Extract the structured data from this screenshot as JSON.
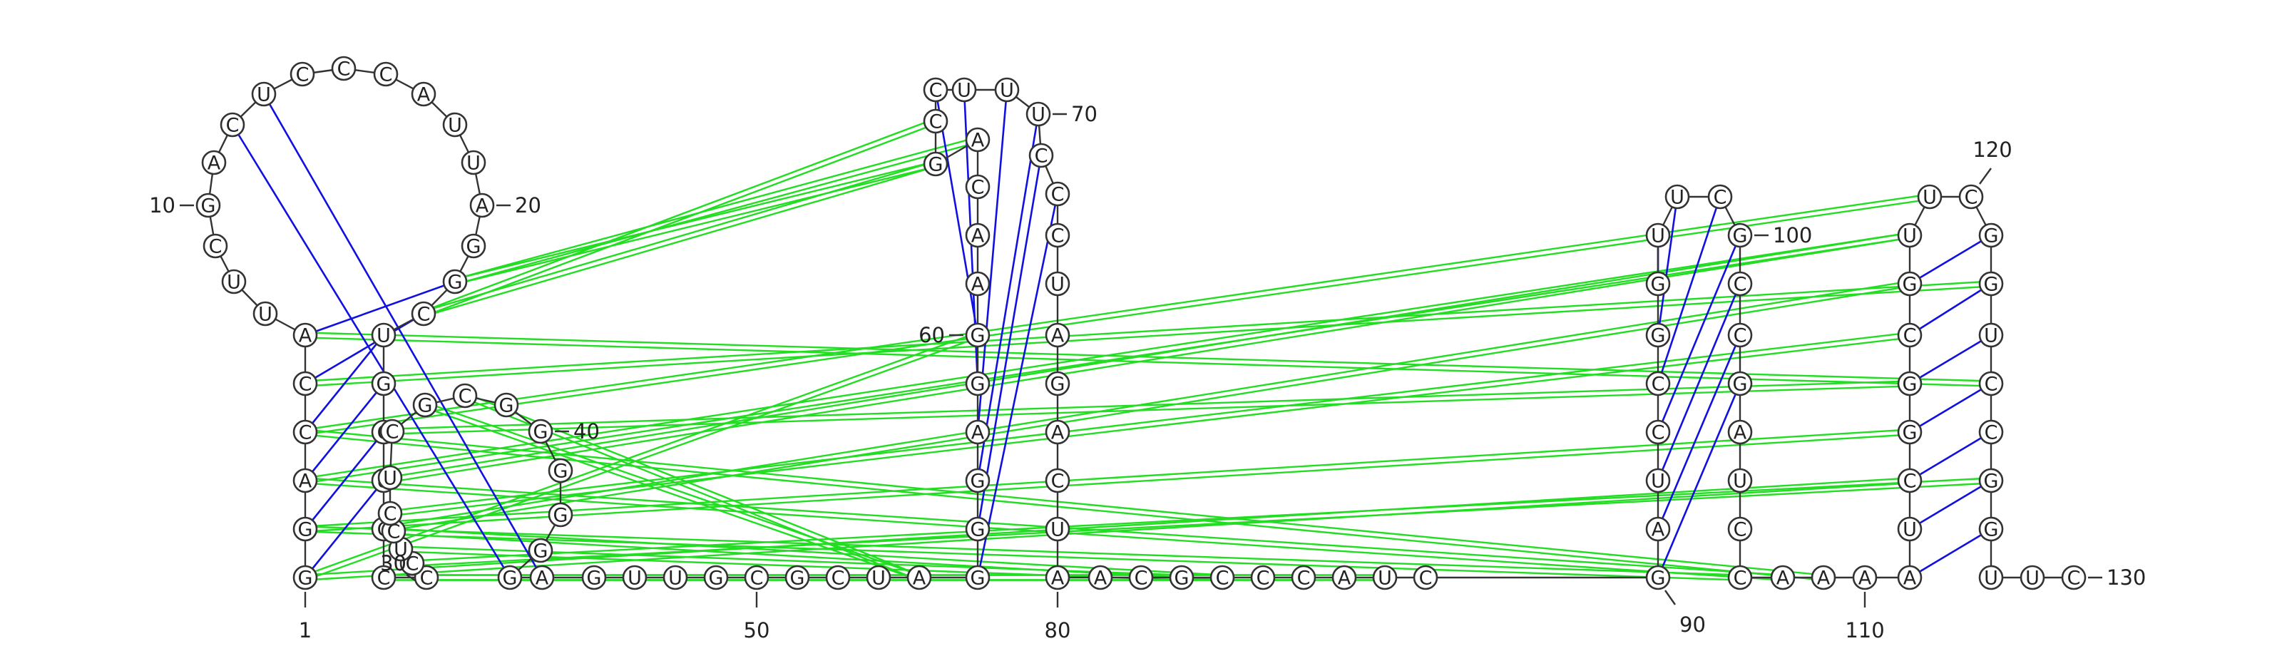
{
  "diagram": {
    "colors": {
      "backbone": "#333333",
      "canonical_pair": "#1010e0",
      "noncanonical_pair": "#22dd22",
      "node_fill": "#ffffff"
    },
    "sequence_labels": [
      {
        "num": 1,
        "text": "1"
      },
      {
        "num": 10,
        "text": "10"
      },
      {
        "num": 20,
        "text": "20"
      },
      {
        "num": 30,
        "text": "30"
      },
      {
        "num": 40,
        "text": "40"
      },
      {
        "num": 50,
        "text": "50"
      },
      {
        "num": 60,
        "text": "60"
      },
      {
        "num": 70,
        "text": "70"
      },
      {
        "num": 80,
        "text": "80"
      },
      {
        "num": 90,
        "text": "90"
      },
      {
        "num": 100,
        "text": "100"
      },
      {
        "num": 110,
        "text": "110"
      },
      {
        "num": 120,
        "text": "120"
      },
      {
        "num": 130,
        "text": "130"
      }
    ],
    "nucleotides": [
      {
        "n": 1,
        "b": "G"
      },
      {
        "n": 2,
        "b": "G"
      },
      {
        "n": 3,
        "b": "A"
      },
      {
        "n": 4,
        "b": "C"
      },
      {
        "n": 5,
        "b": "C"
      },
      {
        "n": 6,
        "b": "A"
      },
      {
        "n": 7,
        "b": "U"
      },
      {
        "n": 8,
        "b": "U"
      },
      {
        "n": 9,
        "b": "C"
      },
      {
        "n": 10,
        "b": "G"
      },
      {
        "n": 11,
        "b": "A"
      },
      {
        "n": 12,
        "b": "C"
      },
      {
        "n": 13,
        "b": "U"
      },
      {
        "n": 14,
        "b": "C"
      },
      {
        "n": 15,
        "b": "C"
      },
      {
        "n": 16,
        "b": "C"
      },
      {
        "n": 17,
        "b": "A"
      },
      {
        "n": 18,
        "b": "U"
      },
      {
        "n": 19,
        "b": "U"
      },
      {
        "n": 20,
        "b": "A"
      },
      {
        "n": 21,
        "b": "G"
      },
      {
        "n": 22,
        "b": "G"
      },
      {
        "n": 23,
        "b": "C"
      },
      {
        "n": 24,
        "b": "U"
      },
      {
        "n": 25,
        "b": "G"
      },
      {
        "n": 26,
        "b": "C"
      },
      {
        "n": 27,
        "b": "U"
      },
      {
        "n": 28,
        "b": "C"
      },
      {
        "n": 29,
        "b": "C"
      },
      {
        "n": 30,
        "b": "C"
      },
      {
        "n": 31,
        "b": "C"
      },
      {
        "n": 32,
        "b": "U"
      },
      {
        "n": 33,
        "b": "C"
      },
      {
        "n": 34,
        "b": "C"
      },
      {
        "n": 35,
        "b": "U"
      },
      {
        "n": 36,
        "b": "C"
      },
      {
        "n": 37,
        "b": "G"
      },
      {
        "n": 38,
        "b": "C"
      },
      {
        "n": 39,
        "b": "G"
      },
      {
        "n": 40,
        "b": "G"
      },
      {
        "n": 41,
        "b": "G"
      },
      {
        "n": 42,
        "b": "G"
      },
      {
        "n": 43,
        "b": "G"
      },
      {
        "n": 44,
        "b": "G"
      },
      {
        "n": 45,
        "b": "A"
      },
      {
        "n": 46,
        "b": "G"
      },
      {
        "n": 47,
        "b": "U"
      },
      {
        "n": 48,
        "b": "U"
      },
      {
        "n": 49,
        "b": "G"
      },
      {
        "n": 50,
        "b": "C"
      },
      {
        "n": 51,
        "b": "G"
      },
      {
        "n": 52,
        "b": "C"
      },
      {
        "n": 53,
        "b": "U"
      },
      {
        "n": 54,
        "b": "A"
      },
      {
        "n": 55,
        "b": "G"
      },
      {
        "n": 56,
        "b": "G"
      },
      {
        "n": 57,
        "b": "G"
      },
      {
        "n": 58,
        "b": "A"
      },
      {
        "n": 59,
        "b": "G"
      },
      {
        "n": 60,
        "b": "G"
      },
      {
        "n": 61,
        "b": "A"
      },
      {
        "n": 62,
        "b": "A"
      },
      {
        "n": 63,
        "b": "C"
      },
      {
        "n": 64,
        "b": "A"
      },
      {
        "n": 65,
        "b": "G"
      },
      {
        "n": 66,
        "b": "C"
      },
      {
        "n": 67,
        "b": "C"
      },
      {
        "n": 68,
        "b": "U"
      },
      {
        "n": 69,
        "b": "U"
      },
      {
        "n": 70,
        "b": "U"
      },
      {
        "n": 71,
        "b": "C"
      },
      {
        "n": 72,
        "b": "C"
      },
      {
        "n": 73,
        "b": "C"
      },
      {
        "n": 74,
        "b": "U"
      },
      {
        "n": 75,
        "b": "A"
      },
      {
        "n": 76,
        "b": "G"
      },
      {
        "n": 77,
        "b": "A"
      },
      {
        "n": 78,
        "b": "C"
      },
      {
        "n": 79,
        "b": "U"
      },
      {
        "n": 80,
        "b": "A"
      },
      {
        "n": 81,
        "b": "A"
      },
      {
        "n": 82,
        "b": "C"
      },
      {
        "n": 83,
        "b": "G"
      },
      {
        "n": 84,
        "b": "C"
      },
      {
        "n": 85,
        "b": "C"
      },
      {
        "n": 86,
        "b": "C"
      },
      {
        "n": 87,
        "b": "A"
      },
      {
        "n": 88,
        "b": "U"
      },
      {
        "n": 89,
        "b": "C"
      },
      {
        "n": 90,
        "b": "G"
      },
      {
        "n": 91,
        "b": "A"
      },
      {
        "n": 92,
        "b": "U"
      },
      {
        "n": 93,
        "b": "C"
      },
      {
        "n": 94,
        "b": "C"
      },
      {
        "n": 95,
        "b": "G"
      },
      {
        "n": 96,
        "b": "G"
      },
      {
        "n": 97,
        "b": "U"
      },
      {
        "n": 98,
        "b": "U"
      },
      {
        "n": 99,
        "b": "C"
      },
      {
        "n": 100,
        "b": "G"
      },
      {
        "n": 101,
        "b": "C"
      },
      {
        "n": 102,
        "b": "C"
      },
      {
        "n": 103,
        "b": "G"
      },
      {
        "n": 104,
        "b": "A"
      },
      {
        "n": 105,
        "b": "U"
      },
      {
        "n": 106,
        "b": "C"
      },
      {
        "n": 107,
        "b": "C"
      },
      {
        "n": 108,
        "b": "A"
      },
      {
        "n": 109,
        "b": "A"
      },
      {
        "n": 110,
        "b": "A"
      },
      {
        "n": 111,
        "b": "A"
      },
      {
        "n": 112,
        "b": "U"
      },
      {
        "n": 113,
        "b": "C"
      },
      {
        "n": 114,
        "b": "G"
      },
      {
        "n": 115,
        "b": "G"
      },
      {
        "n": 116,
        "b": "C"
      },
      {
        "n": 117,
        "b": "G"
      },
      {
        "n": 118,
        "b": "U"
      },
      {
        "n": 119,
        "b": "U"
      },
      {
        "n": 120,
        "b": "C"
      },
      {
        "n": 121,
        "b": "G"
      },
      {
        "n": 122,
        "b": "G"
      },
      {
        "n": 123,
        "b": "U"
      },
      {
        "n": 124,
        "b": "C"
      },
      {
        "n": 125,
        "b": "C"
      },
      {
        "n": 126,
        "b": "G"
      },
      {
        "n": 127,
        "b": "G"
      },
      {
        "n": 128,
        "b": "U"
      },
      {
        "n": 129,
        "b": "U"
      },
      {
        "n": 130,
        "b": "C"
      }
    ],
    "canonical_pairs": [
      [
        1,
        27
      ],
      [
        2,
        26
      ],
      [
        3,
        25
      ],
      [
        4,
        24
      ],
      [
        5,
        23
      ],
      [
        6,
        22
      ],
      [
        12,
        44
      ],
      [
        13,
        45
      ],
      [
        55,
        72
      ],
      [
        56,
        71
      ],
      [
        57,
        70
      ],
      [
        58,
        69
      ],
      [
        59,
        68
      ],
      [
        60,
        67
      ],
      [
        90,
        103
      ],
      [
        91,
        102
      ],
      [
        92,
        101
      ],
      [
        93,
        100
      ],
      [
        94,
        99
      ],
      [
        95,
        98
      ],
      [
        96,
        97
      ],
      [
        111,
        127
      ],
      [
        112,
        126
      ],
      [
        113,
        125
      ],
      [
        114,
        124
      ],
      [
        115,
        123
      ],
      [
        116,
        122
      ],
      [
        117,
        121
      ]
    ],
    "noncanonical_pairs": [
      [
        22,
        64
      ],
      [
        22,
        65
      ],
      [
        23,
        66
      ],
      [
        23,
        65
      ],
      [
        6,
        124
      ],
      [
        5,
        122
      ],
      [
        4,
        119
      ],
      [
        3,
        118
      ],
      [
        2,
        114
      ],
      [
        1,
        113
      ],
      [
        31,
        126
      ],
      [
        32,
        83
      ],
      [
        33,
        84
      ],
      [
        30,
        86
      ],
      [
        29,
        88
      ],
      [
        37,
        54
      ],
      [
        38,
        54
      ],
      [
        1,
        60
      ],
      [
        2,
        107
      ],
      [
        3,
        108
      ],
      [
        4,
        109
      ],
      [
        27,
        118
      ],
      [
        28,
        117
      ],
      [
        36,
        115
      ],
      [
        34,
        116
      ]
    ]
  }
}
